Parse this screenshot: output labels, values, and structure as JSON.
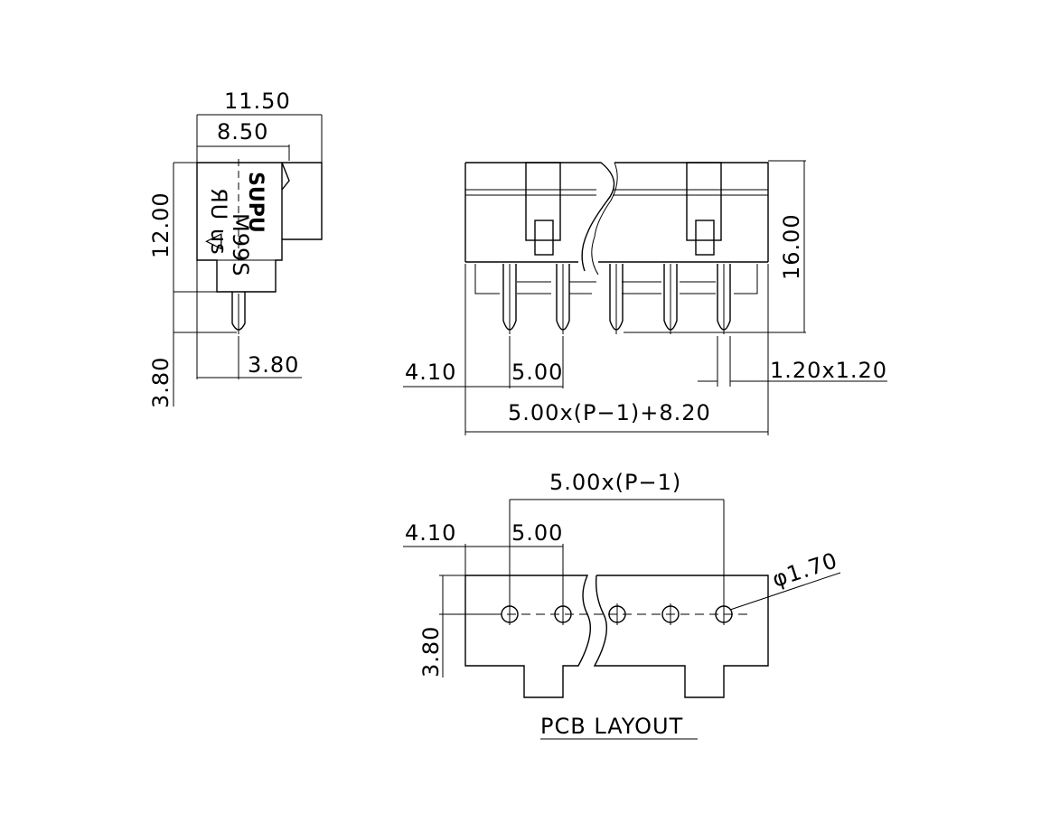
{
  "side_view": {
    "width_overall": "11.50",
    "width_body": "8.50",
    "height_body": "12.00",
    "pin_length": "3.80",
    "pin_offset": "3.80",
    "brand_mark": "SUPU",
    "markings": "M99S",
    "cert_mark": "ЯU us",
    "tri_mark": "▽"
  },
  "front_view": {
    "height": "16.00",
    "edge_offset": "4.10",
    "pitch": "5.00",
    "pin_size": "1.20x1.20",
    "total_length": "5.00x(P−1)+8.20"
  },
  "pcb_layout": {
    "title": "PCB LAYOUT",
    "span": "5.00x(P−1)",
    "edge_offset": "4.10",
    "pitch": "5.00",
    "hole_diameter": "φ1.70",
    "row_offset": "3.80"
  }
}
